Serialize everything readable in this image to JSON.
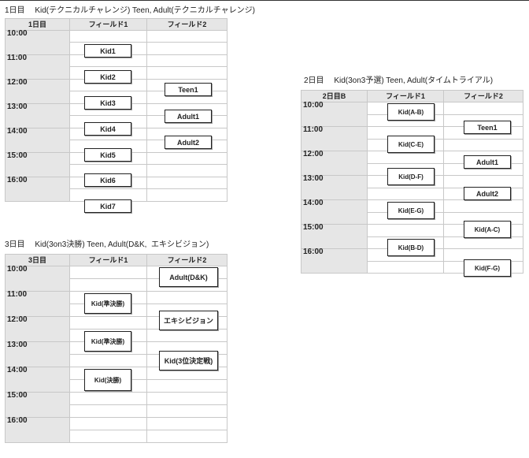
{
  "day1": {
    "heading": "1日目　 Kid(テクニカルチャレンジ) Teen, Adult(テクニカルチャレンジ)",
    "corner": "1日目",
    "col1": "フィールド1",
    "col2": "フィールド2",
    "times": [
      "10:00",
      "11:00",
      "12:00",
      "13:00",
      "14:00",
      "15:00",
      "16:00"
    ],
    "events": {
      "kid1": "Kid1",
      "kid2": "Kid2",
      "kid3": "Kid3",
      "kid4": "Kid4",
      "kid5": "Kid5",
      "kid6": "Kid6",
      "kid7": "Kid7",
      "teen1": "Teen1",
      "adult1": "Adult1",
      "adult2": "Adult2"
    }
  },
  "day2": {
    "heading": "2日目　 Kid(3on3予選) Teen, Adult(タイムトライアル)",
    "corner": "2日目B",
    "col1": "フィールド1",
    "col2": "フィールド2",
    "times": [
      "10:00",
      "11:00",
      "12:00",
      "13:00",
      "14:00",
      "15:00",
      "16:00"
    ],
    "events": {
      "kid_ab": "Kid(A-B)",
      "kid_ce": "Kid(C-E)",
      "kid_df": "Kid(D-F)",
      "kid_eg": "Kid(E-G)",
      "kid_bd": "Kid(B-D)",
      "teen1": "Teen1",
      "adult1": "Adult1",
      "adult2": "Adult2",
      "kid_ac": "Kid(A-C)",
      "kid_fg": "Kid(F-G)"
    }
  },
  "day3": {
    "heading": "3日目　 Kid(3on3決勝) Teen, Adult(D&K,  エキシビジョン)",
    "corner": "3日目",
    "col1": "フィールド1",
    "col2": "フィールド2",
    "times": [
      "10:00",
      "11:00",
      "12:00",
      "13:00",
      "14:00",
      "15:00",
      "16:00"
    ],
    "events": {
      "semi1": "Kid(準決勝)",
      "semi2": "Kid(準決勝)",
      "final": "Kid(決勝)",
      "adult_dk": "Adult(D&K)",
      "exhibition": "エキシビジョン",
      "third": "Kid(3位決定戦)"
    }
  }
}
